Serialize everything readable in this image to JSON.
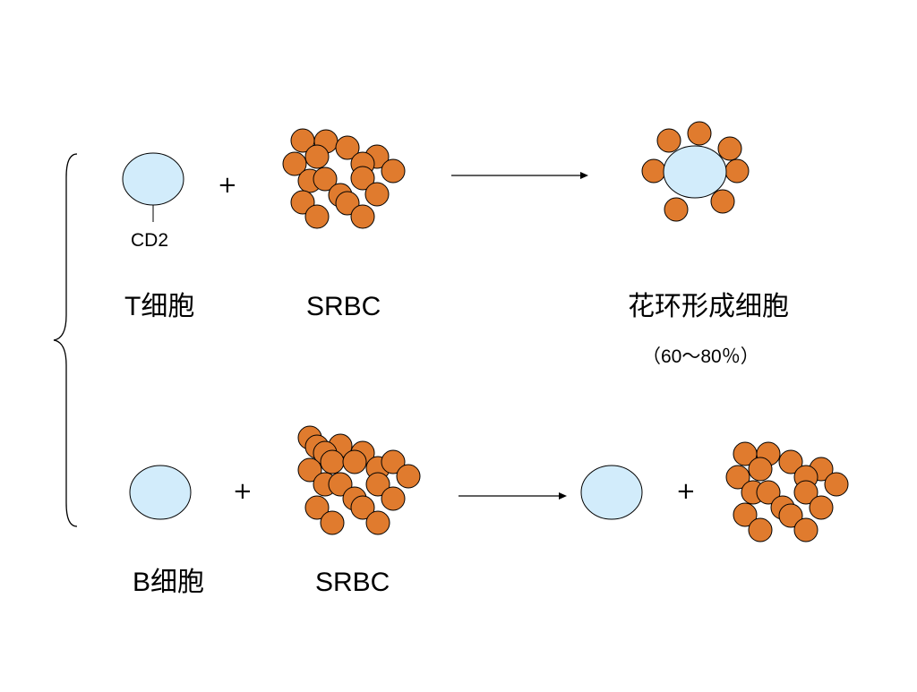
{
  "colors": {
    "lymphocyte_fill": "#d2ecfb",
    "srbc_fill": "#e07b2e",
    "stroke": "#000000",
    "background": "#ffffff"
  },
  "rows": [
    {
      "id": "t-cell-row",
      "cell_marker": "CD2",
      "cell_label": "T细胞",
      "plus1": "+",
      "srbc_label": "SRBC",
      "result_label": "花环形成细胞",
      "result_percent": "（60～80％）"
    },
    {
      "id": "b-cell-row",
      "cell_label": "B细胞",
      "plus1": "+",
      "srbc_label": "SRBC",
      "plus2": "+"
    }
  ]
}
